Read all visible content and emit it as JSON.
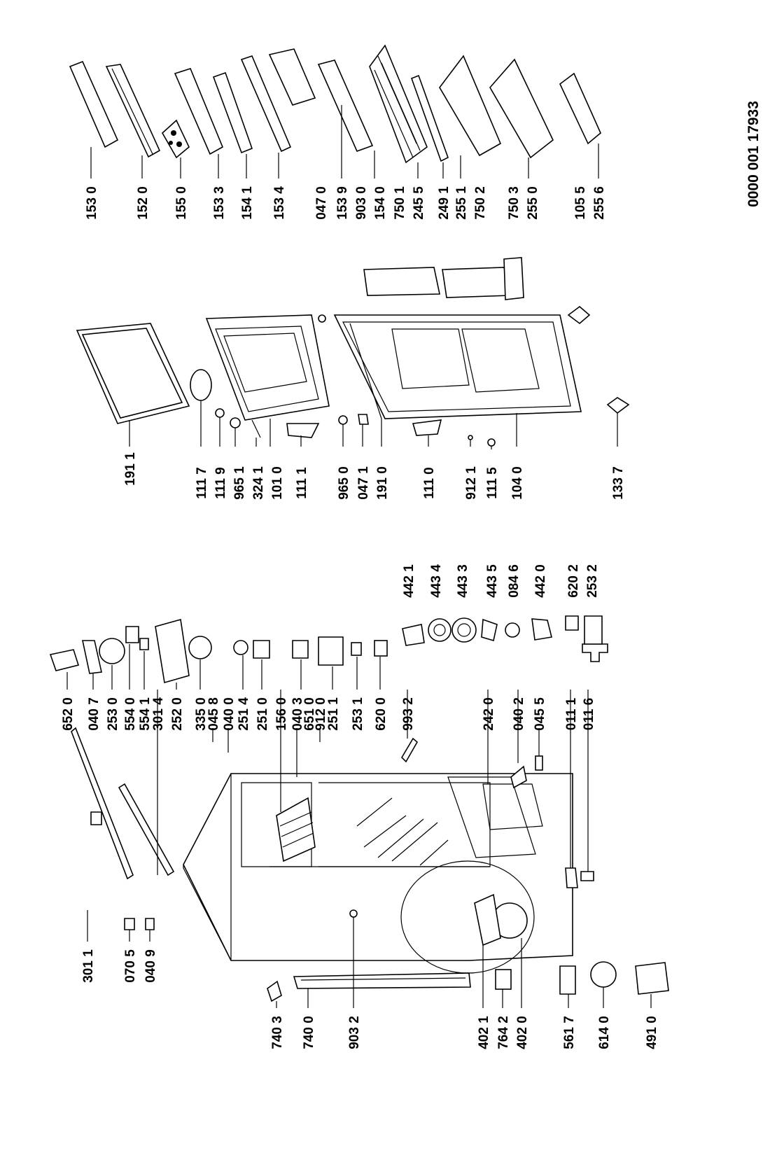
{
  "drawing_code": "0000 001 17933",
  "groups": {
    "top_right_list": [
      {
        "num": "153 0"
      },
      {
        "num": "152 0"
      },
      {
        "num": "155 0"
      },
      {
        "num": "153 3"
      },
      {
        "num": "154 1"
      },
      {
        "num": "153 4"
      },
      {
        "num": "047 0"
      },
      {
        "num": "153 9"
      },
      {
        "num": "903 0"
      },
      {
        "num": "154 0"
      },
      {
        "num": "750 1"
      },
      {
        "num": "245 5"
      },
      {
        "num": "249 1"
      },
      {
        "num": "255 1"
      },
      {
        "num": "750 2"
      },
      {
        "num": "750 3"
      },
      {
        "num": "255 0"
      },
      {
        "num": "105 5"
      },
      {
        "num": "255 6"
      }
    ],
    "door_list": [
      {
        "num": "191 1"
      },
      {
        "num": "111 7"
      },
      {
        "num": "111 9"
      },
      {
        "num": "965 1"
      },
      {
        "num": "324 1"
      },
      {
        "num": "101 0"
      },
      {
        "num": "111 1"
      },
      {
        "num": "965 0"
      },
      {
        "num": "047 1"
      },
      {
        "num": "191 0"
      },
      {
        "num": "111 0"
      },
      {
        "num": "912 1"
      },
      {
        "num": "111 5"
      },
      {
        "num": "104 0"
      },
      {
        "num": "133 7"
      }
    ],
    "fan_list": [
      {
        "num": "442 1"
      },
      {
        "num": "443 4"
      },
      {
        "num": "443 3"
      },
      {
        "num": "443 5"
      },
      {
        "num": "084 6"
      },
      {
        "num": "442 0"
      },
      {
        "num": "620 2"
      },
      {
        "num": "253 2"
      }
    ],
    "cabinet_top_list": [
      {
        "num": "652 0"
      },
      {
        "num": "040 7"
      },
      {
        "num": "253 0"
      },
      {
        "num": "554 0"
      },
      {
        "num": "554 1"
      },
      {
        "num": "301 4"
      },
      {
        "num": "252 0"
      },
      {
        "num": "335 0"
      },
      {
        "num": "045 8"
      },
      {
        "num": "040 0"
      },
      {
        "num": "251 4"
      },
      {
        "num": "251 0"
      },
      {
        "num": "156 0"
      },
      {
        "num": "040 3"
      },
      {
        "num": "651 0"
      },
      {
        "num": "912 0"
      },
      {
        "num": "251 1"
      },
      {
        "num": "253 1"
      },
      {
        "num": "620 0"
      },
      {
        "num": "993 2"
      }
    ],
    "cabinet_bottom_list": [
      {
        "num": "242 0"
      },
      {
        "num": "040 2"
      },
      {
        "num": "045 5"
      },
      {
        "num": "011 1"
      },
      {
        "num": "011 6"
      }
    ],
    "cabinet_side_list": [
      {
        "num": "301 1"
      },
      {
        "num": "070 5"
      },
      {
        "num": "040 9"
      },
      {
        "num": "740 3"
      },
      {
        "num": "740 0"
      },
      {
        "num": "903 2"
      },
      {
        "num": "402 1"
      },
      {
        "num": "764 2"
      },
      {
        "num": "402 0"
      },
      {
        "num": "561 7"
      },
      {
        "num": "614 0"
      },
      {
        "num": "491 0"
      }
    ]
  }
}
